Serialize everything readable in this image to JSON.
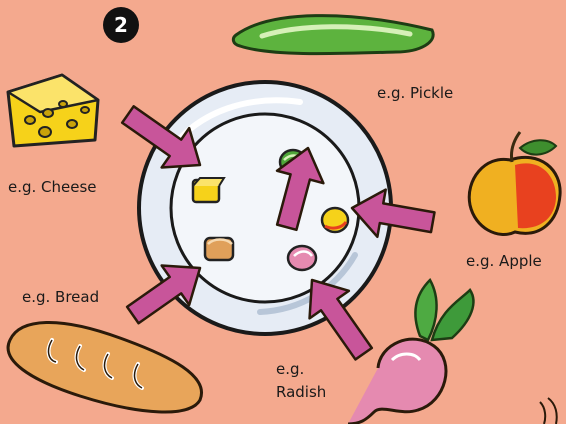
{
  "step_number": "2",
  "labels": {
    "pickle": "e.g. Pickle",
    "cheese": "e.g. Cheese",
    "apple": "e.g. Apple",
    "bread": "e.g. Bread",
    "radish_line1": "e.g.",
    "radish_line2": "Radish"
  },
  "colors": {
    "background": "#F4A98E",
    "arrow": "#C8559A",
    "plate": "#DDE6F0",
    "cheese": "#F6D21A",
    "pickle": "#4FA63A",
    "apple": "#E8411F",
    "bread": "#E0A05A",
    "radish": "#E58AB0"
  },
  "icons": [
    "cheese-icon",
    "pickle-icon",
    "apple-icon",
    "bread-icon",
    "radish-icon",
    "plate-icon",
    "arrow-icon"
  ]
}
